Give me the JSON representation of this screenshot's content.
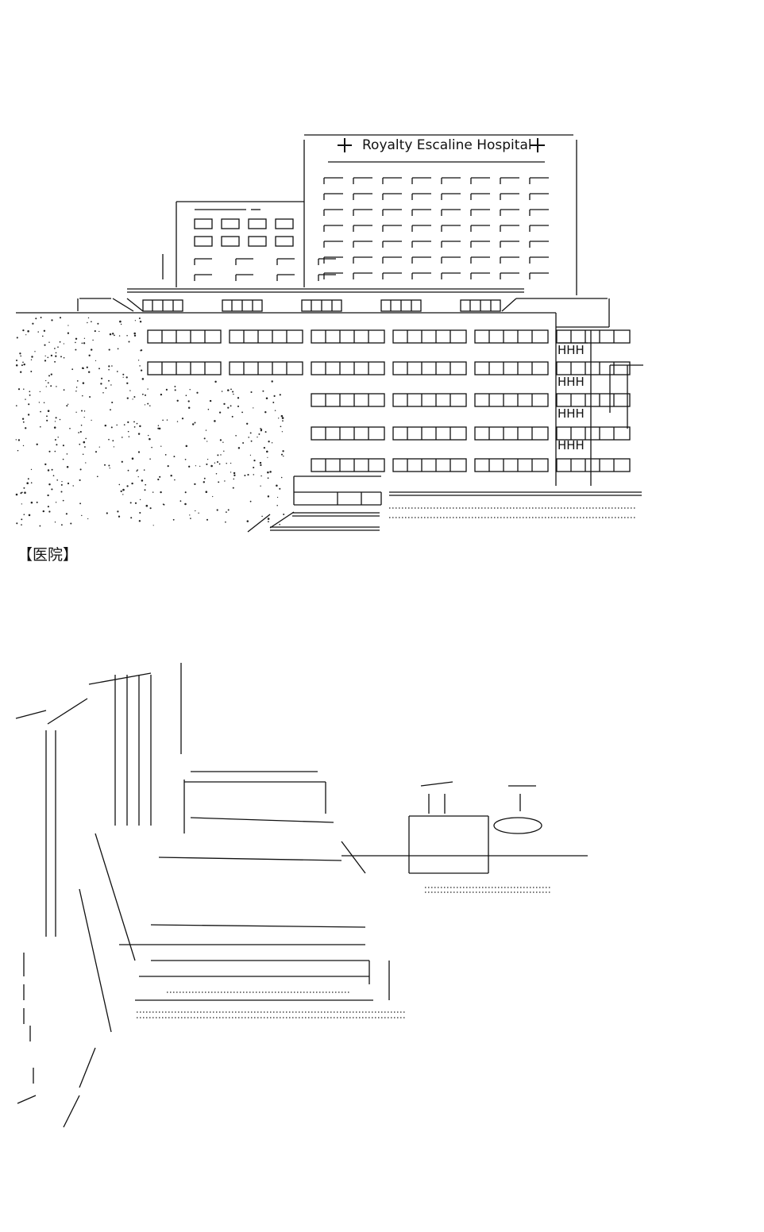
{
  "hospital": {
    "sign_text": "Royalty Escaline Hospital",
    "ward_label": "HHH"
  },
  "caption": "【医院】"
}
